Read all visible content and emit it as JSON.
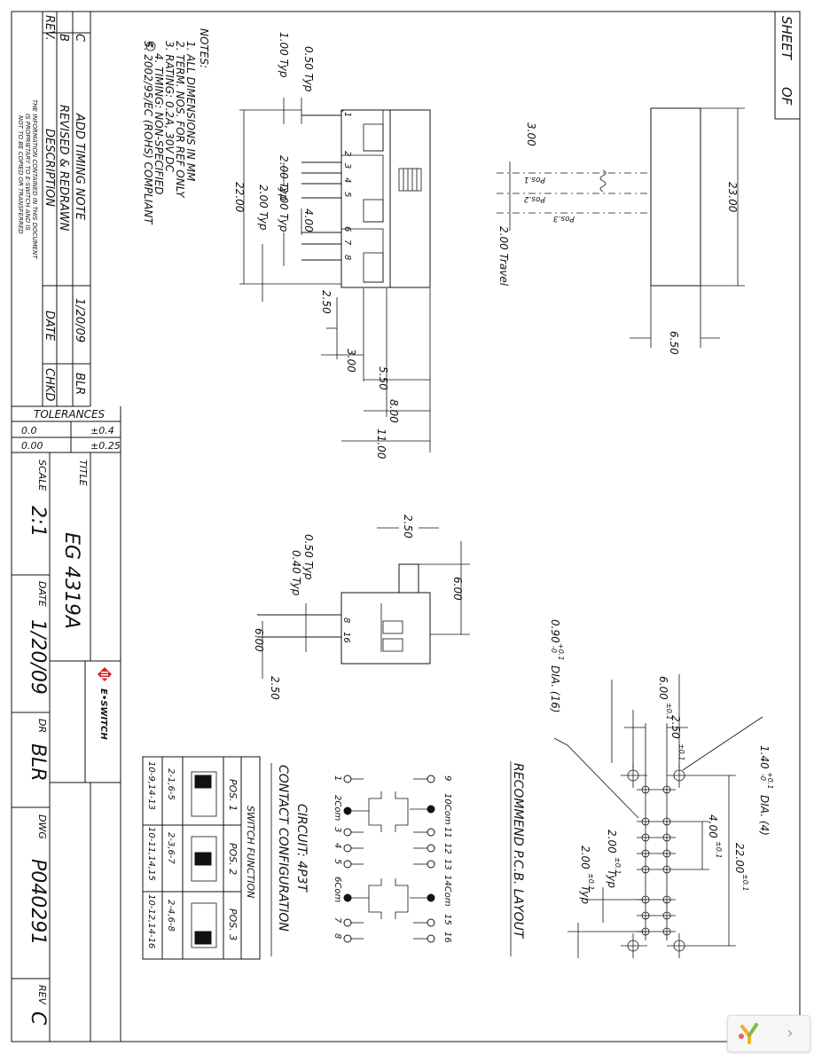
{
  "sheet": {
    "label_sheet": "SHEET",
    "label_of": "OF"
  },
  "revisions": {
    "header": {
      "rev": "REV.",
      "description": "DESCRIPTION",
      "date": "DATE",
      "chkd": "CHKD"
    },
    "rows": [
      {
        "rev": "C",
        "description": "ADD TIMING NOTE",
        "date": "1/20/09",
        "chkd": "BLR"
      },
      {
        "rev": "B",
        "description": "REVISED & REDRAWN",
        "date": "",
        "chkd": ""
      }
    ]
  },
  "proprietary": [
    "THE INFORMATION CONTAINED IN THIS DOCUMENT",
    "IS PROPRIETARY TO E-SWITCH AND IS",
    "NOT TO BE COPIED OR TRANSFERRED"
  ],
  "tolerances": {
    "title": "TOLERANCES",
    "rows": [
      {
        "dim": "0.0",
        "tol": "±0.4"
      },
      {
        "dim": "0.00",
        "tol": "±0.25"
      }
    ]
  },
  "title_block": {
    "title_label": "TITLE",
    "title": "EG 4319A",
    "scale_label": "SCALE",
    "scale": "2:1",
    "date_label": "DATE",
    "date": "1/20/09",
    "dr_label": "DR",
    "dr": "BLR",
    "dwg_label": "DWG",
    "dwg": "P040291",
    "rev_label": "REV",
    "rev": "C",
    "logo_text": "E•SWITCH"
  },
  "notes": {
    "title": "NOTES:",
    "items": [
      "1. ALL DIMENSIONS IN MM",
      "2. TERM. NOS. FOR REF ONLY",
      "3. RATING: 0.2A, 30V DC",
      "4. TIMING: NON-SPECIFIED",
      "5. 2002/95/EC (ROHS) COMPLIANT"
    ],
    "symbol": "E"
  },
  "front_view": {
    "dims": [
      "0.50 Typ",
      "1.00 Typ",
      "2.00 Typ",
      "4.00",
      "2.00 Typ",
      "22.00",
      "2.00 Typ",
      "2.50",
      "3.00",
      "5.50",
      "8.00",
      "11.00"
    ],
    "pins": [
      "1",
      "2",
      "3",
      "4",
      "5",
      "6",
      "7",
      "8"
    ]
  },
  "top_view": {
    "dims": [
      "3.00",
      "2.00 Travel",
      "23.00",
      "6.50"
    ],
    "positions": [
      "Pos.1",
      "Pos.2",
      "Pos.3"
    ]
  },
  "side_view": {
    "dims": [
      "2.50",
      "6.00",
      "0.50 Typ",
      "0.40 Typ",
      "6.00",
      "2.50"
    ],
    "pins": [
      "8",
      "16"
    ]
  },
  "pcb_layout": {
    "title": "RECOMMEND P.C.B. LAYOUT",
    "dims": [
      "0.90",
      "+0.1",
      "-0",
      "DIA. (16)",
      "6.00",
      "±0.1",
      "2.50",
      "±0.1",
      "1.40",
      "+0.1",
      "-0",
      "DIA. (4)",
      "4.00",
      "±0.1",
      "22.00",
      "±0.1",
      "2.00",
      "±0.1",
      "Typ",
      "2.00",
      "±0.1",
      "Typ"
    ]
  },
  "circuit": {
    "title": "CIRCUIT: 4P3T",
    "subtitle": "CONTACT CONFIGURATION",
    "top_labels": [
      "9",
      "10Com",
      "11",
      "12",
      "13",
      "14Com",
      "15",
      "16"
    ],
    "bottom_labels": [
      "1",
      "2Com",
      "3",
      "4",
      "5",
      "6Com",
      "7",
      "8"
    ]
  },
  "switch_function": {
    "title": "SWITCH FUNCTION",
    "headers": [
      "POS. 1",
      "POS. 2",
      "POS. 3"
    ],
    "rows": [
      [
        "2-1,6-5",
        "2-3,6-7",
        "2-4,6-8"
      ],
      [
        "10-9,14-13",
        "10-11,14,15",
        "10-12,14-16"
      ]
    ]
  }
}
